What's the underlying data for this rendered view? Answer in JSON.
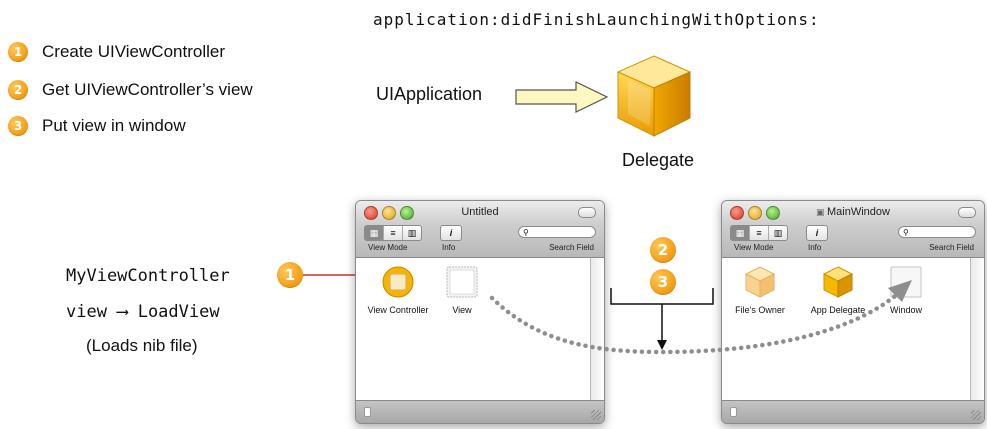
{
  "header_code": "application:didFinishLaunchingWithOptions:",
  "steps": [
    {
      "num": "1",
      "label": "Create UIViewController"
    },
    {
      "num": "2",
      "label": "Get UIViewController’s view"
    },
    {
      "num": "3",
      "label": "Put view in window"
    }
  ],
  "uiapp_label": "UIApplication",
  "delegate_label": "Delegate",
  "left_notes": {
    "controller": "MyViewController",
    "view_prefix": "view",
    "load_view": "LoadView",
    "nib_note": "(Loads nib file)",
    "marker": "1"
  },
  "flow_markers": [
    "2",
    "3"
  ],
  "window_left": {
    "title": "Untitled",
    "view_mode": "View Mode",
    "info": "Info",
    "search_field": "Search Field",
    "items": [
      "View Controller",
      "View"
    ]
  },
  "window_right": {
    "title": "MainWindow",
    "view_mode": "View Mode",
    "info": "Info",
    "search_field": "Search Field",
    "items": [
      "File's Owner",
      "App Delegate",
      "Window"
    ]
  },
  "colors": {
    "badge": "#f39a10",
    "cube": "#f5b800",
    "arrow_fill": "#fdf8c0",
    "dots": "#8e8e8e"
  }
}
